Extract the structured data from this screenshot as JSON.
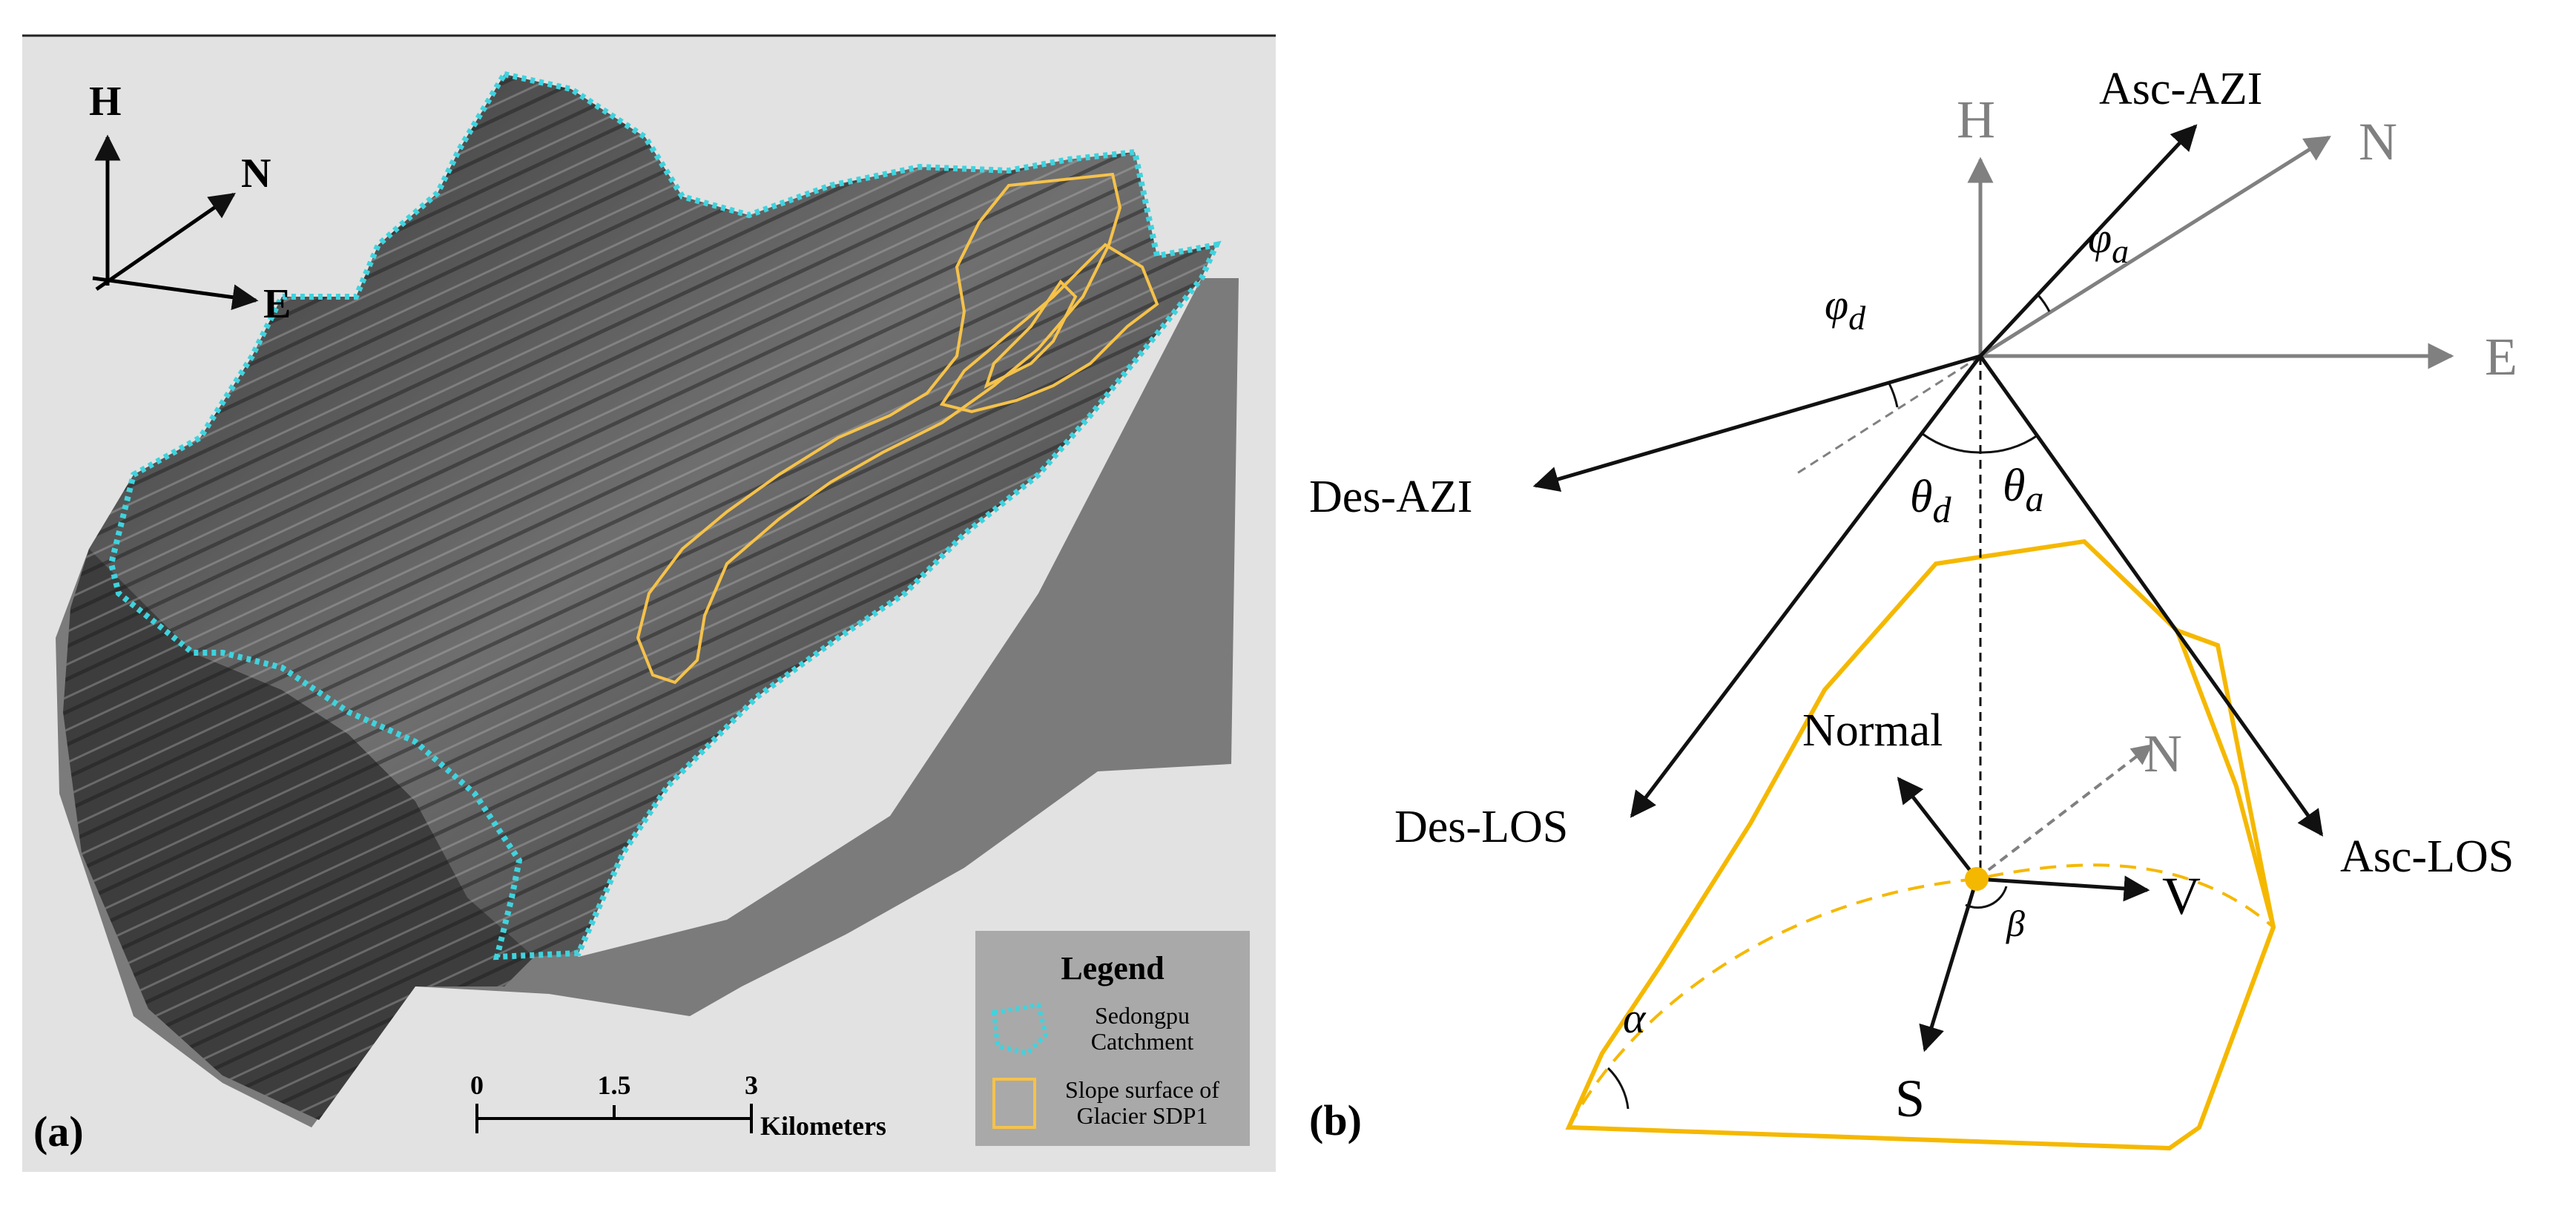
{
  "panel_a": {
    "label": "(a)",
    "compass": {
      "h": "H",
      "n": "N",
      "e": "E"
    },
    "legend": {
      "title": "Legend",
      "items": [
        {
          "line1": "Sedongpu",
          "line2": "Catchment",
          "color": "#3fd3de",
          "style": "dotted"
        },
        {
          "line1": "Slope surface of",
          "line2": "Glacier SDP1",
          "color": "#f5c24a",
          "style": "solid"
        }
      ]
    },
    "scalebar": {
      "ticks": [
        "0",
        "1.5",
        "3"
      ],
      "unit": "Kilometers"
    }
  },
  "panel_b": {
    "label": "(b)",
    "axes": {
      "h": "H",
      "n_top": "N",
      "e": "E",
      "n_small": "N"
    },
    "vectors": {
      "asc_azi": "Asc-AZI",
      "des_azi": "Des-AZI",
      "asc_los": "Asc-LOS",
      "des_los": "Des-LOS",
      "normal": "Normal",
      "v": "V",
      "s": "S"
    },
    "angles": {
      "phi_a": "φ",
      "phi_a_sub": "a",
      "phi_d": "φ",
      "phi_d_sub": "d",
      "theta_d": "θ",
      "theta_d_sub": "d",
      "theta_a": "θ",
      "theta_a_sub": "a",
      "beta": "β",
      "alpha": "α"
    },
    "colors": {
      "slope": "#f5b800",
      "gray": "#808080",
      "black": "#111111"
    }
  }
}
